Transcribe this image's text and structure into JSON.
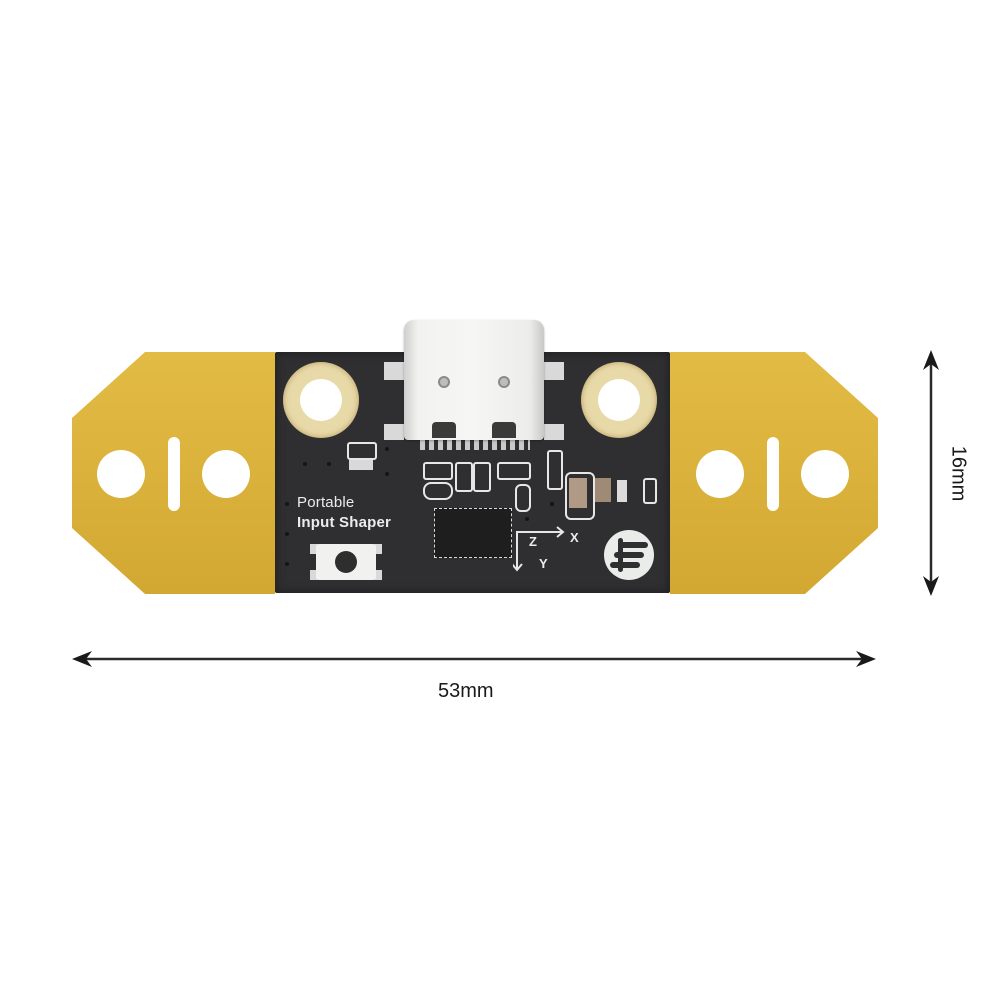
{
  "product": {
    "silkscreen_line1": "Portable",
    "silkscreen_line2": "Input Shaper",
    "axis_labels": {
      "x": "X",
      "y": "Y",
      "z": "Z"
    }
  },
  "dimensions": {
    "width_label": "53mm",
    "height_label": "16mm"
  },
  "colors": {
    "carrier_pcb": "#d9b03a",
    "module_pcb": "#2f2f31",
    "background": "#ffffff",
    "gold_ring": "#e8d9a8"
  },
  "icons": [
    "usb-c-connector-icon",
    "reset-button-icon",
    "brand-logo-icon",
    "axis-arrows-icon",
    "dimension-arrow-icon"
  ]
}
